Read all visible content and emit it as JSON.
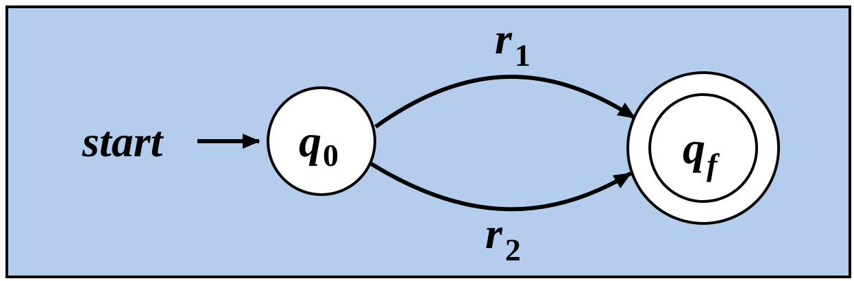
{
  "diagram": {
    "start_label": "start",
    "states": [
      {
        "name": "q",
        "subscript": "0",
        "accepting": false
      },
      {
        "name": "q",
        "subscript": "f",
        "accepting": true
      }
    ],
    "edges": [
      {
        "from": "q0",
        "to": "qf",
        "label": "r",
        "label_subscript": "1"
      },
      {
        "from": "q0",
        "to": "qf",
        "label": "r",
        "label_subscript": "2"
      }
    ],
    "colors": {
      "background": "#b4cdec",
      "state_fill": "#ffffff",
      "stroke": "#000000"
    }
  }
}
